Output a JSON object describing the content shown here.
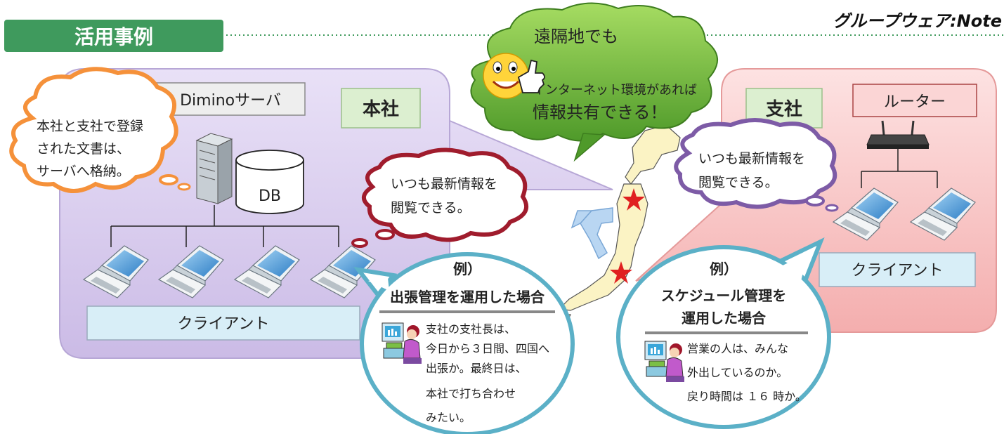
{
  "header": {
    "section_title": "活用事例",
    "brand": "グループウェア:Note"
  },
  "cloud": {
    "line1": "遠隔地でも",
    "line2": "インターネット環境があれば",
    "line3": "情報共有できる！"
  },
  "honsha": {
    "server_label": "Diminoサーバ",
    "office_label": "本社",
    "db_label": "DB",
    "client_label": "クライアント"
  },
  "shisha": {
    "office_label": "支社",
    "router_label": "ルーター",
    "client_label": "クライアント"
  },
  "thoughts": {
    "storage": [
      "本社と支社で登録",
      "された文書は、",
      "サーバへ格納。"
    ],
    "honsha_view": [
      "いつも最新情報を",
      "閲覧できる。"
    ],
    "shisha_view": [
      "いつも最新情報を",
      "閲覧できる。"
    ]
  },
  "examples": {
    "trip": {
      "heading": "例）",
      "title": "出張管理を運用した場合",
      "lines": [
        "支社の支社長は、",
        "今日から３日間、四国へ",
        "出張か。最終日は、",
        "本社で打ち合わせ",
        "みたい。"
      ]
    },
    "schedule": {
      "heading": "例）",
      "title1": "スケジュール管理を",
      "title2": "運用した場合",
      "lines": [
        "営業の人は、みんな",
        "外出しているのか。",
        "戻り時間は １６ 時か。"
      ]
    }
  },
  "colors": {
    "honsha_panel": "#d9cdef",
    "shisha_panel": "#f9c9c9",
    "title_green": "#3f9a5d",
    "cloud_green": "#7bc043",
    "orange": "#f5913a",
    "purple": "#7d5ba6",
    "red_dark": "#a01c2d",
    "teal": "#5bb0c7",
    "star": "#e02020"
  }
}
